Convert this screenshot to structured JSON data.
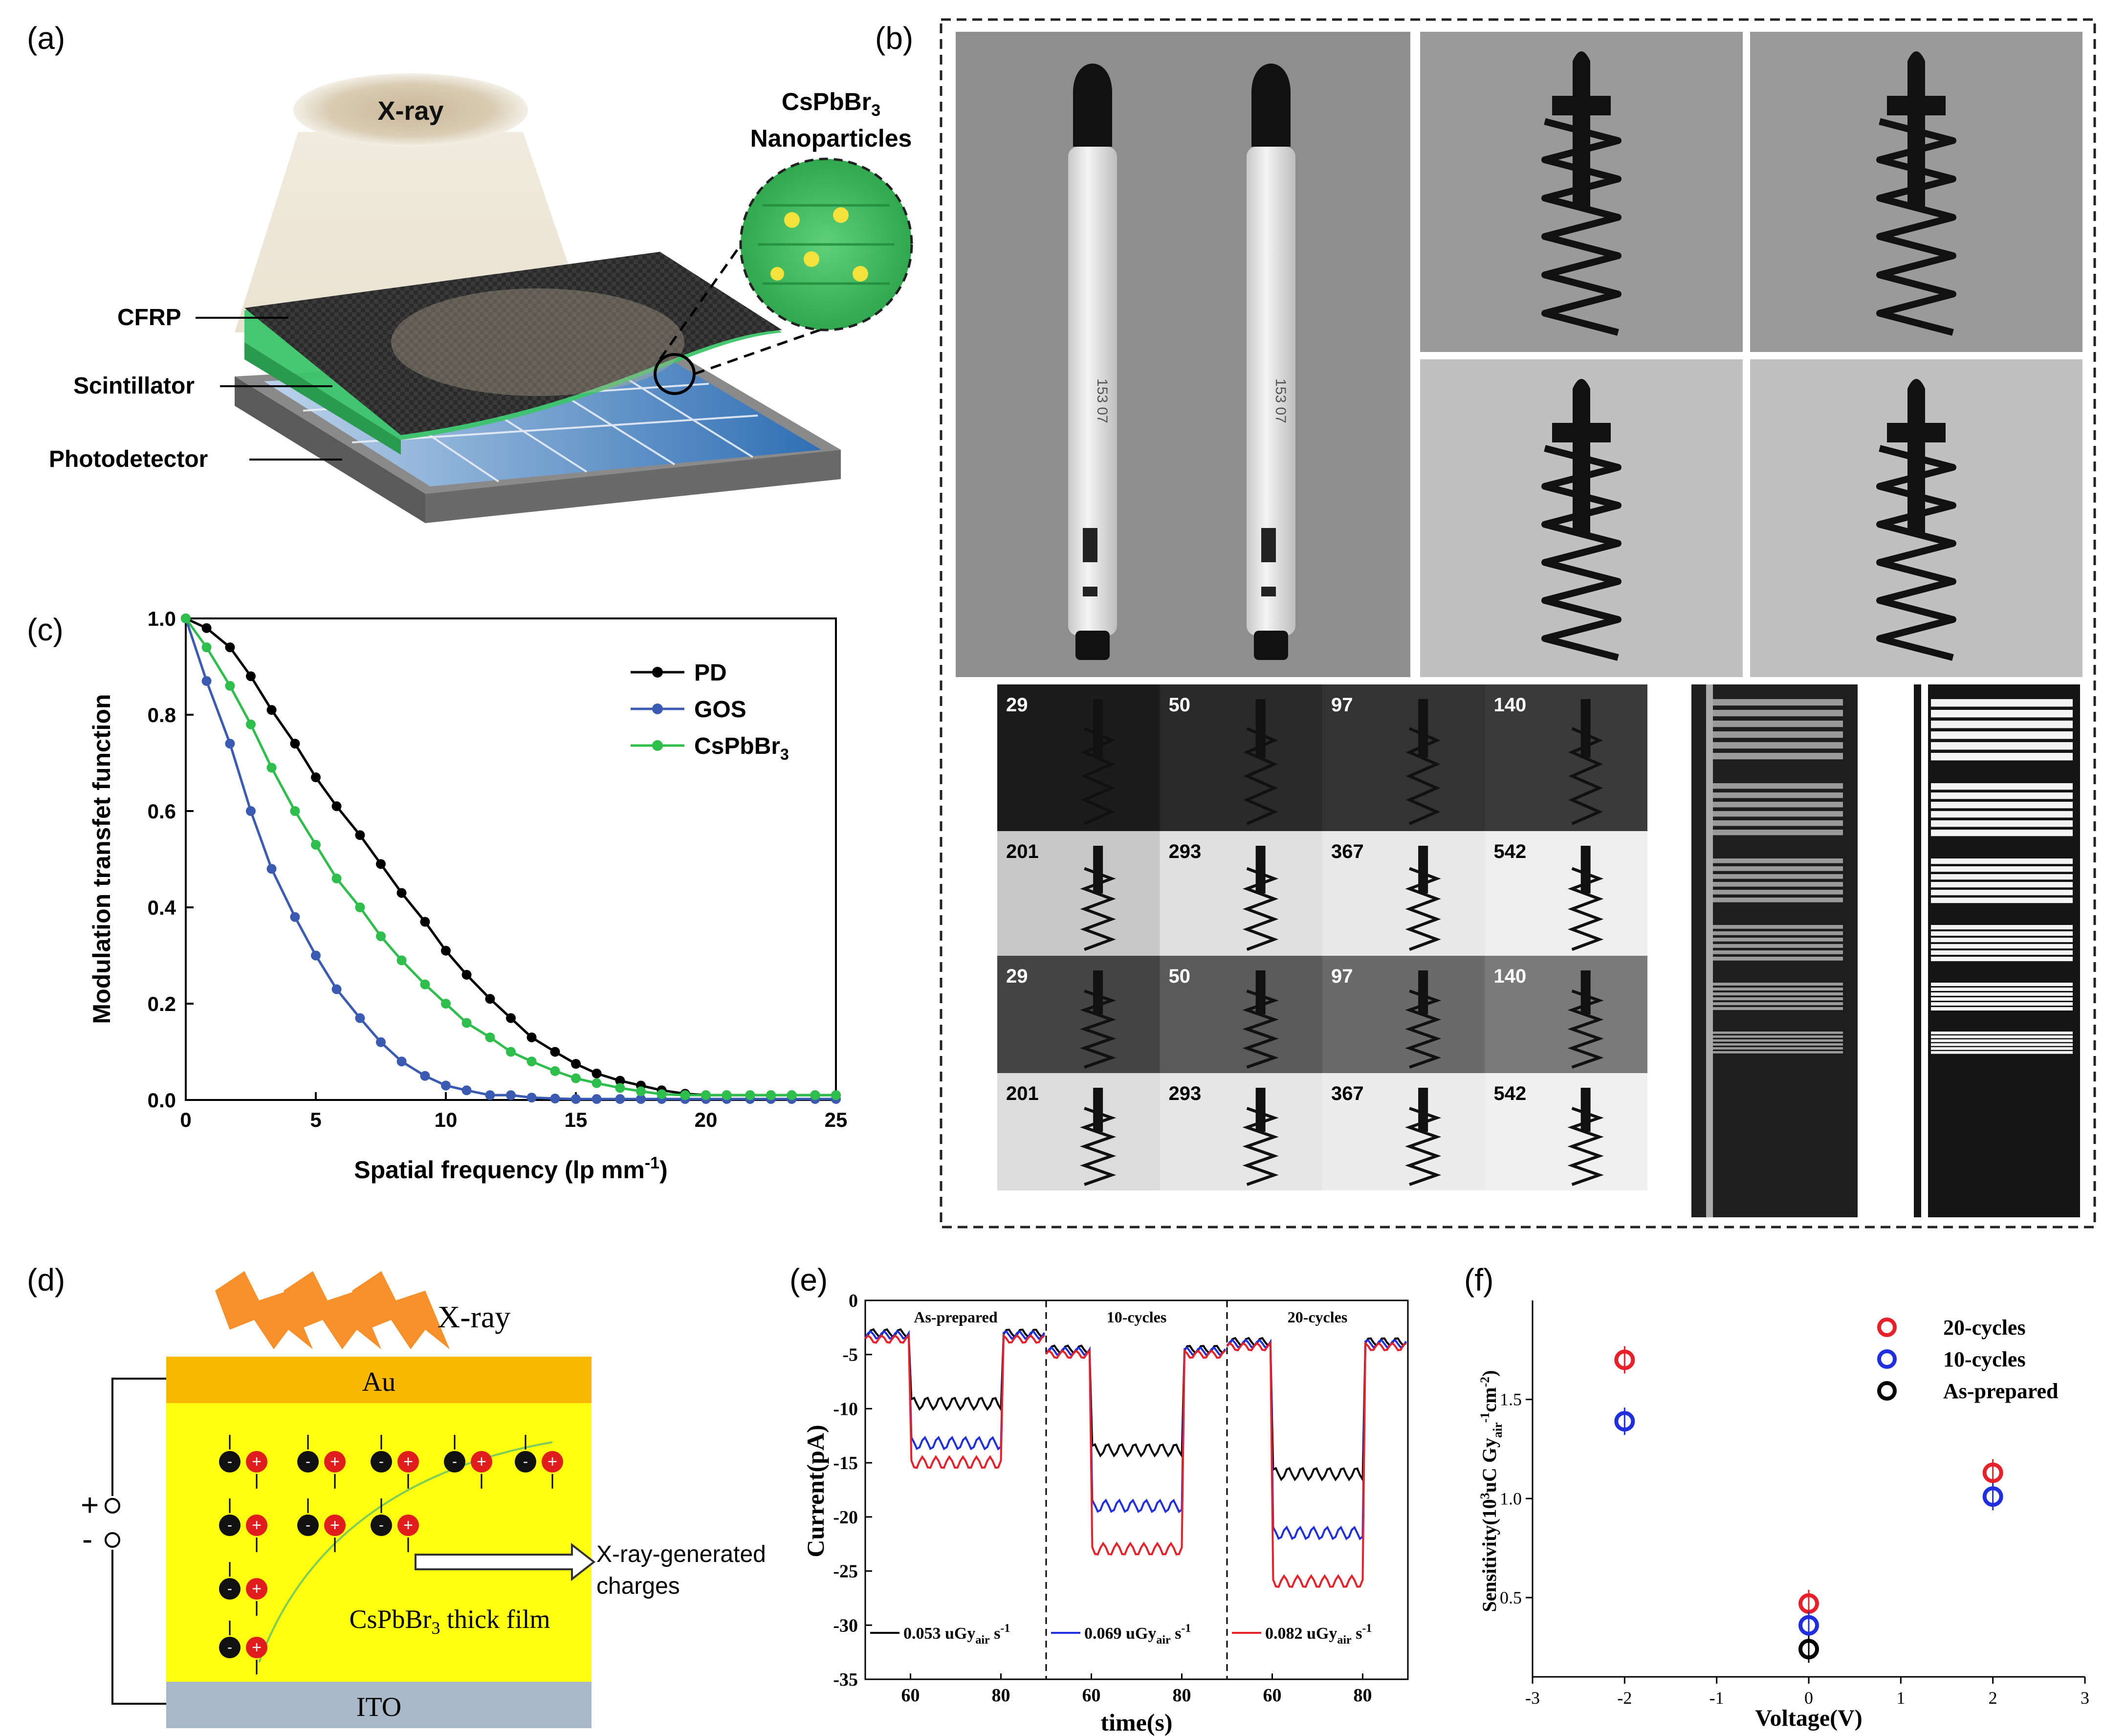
{
  "panels": {
    "a": "(a)",
    "b": "(b)",
    "c": "(c)",
    "d": "(d)",
    "e": "(e)",
    "f": "(f)"
  },
  "panel_a": {
    "xray": "X-ray",
    "nano_line1": "CsPbBr",
    "nano_sub": "3",
    "nano_line2": "Nanoparticles",
    "cfrp": "CFRP",
    "scint": "Scintillator",
    "photo": "Photodetector"
  },
  "panel_b": {
    "pen_text": "153  07",
    "row1_labels": [
      "29",
      "50",
      "97",
      "140"
    ],
    "row2_labels": [
      "201",
      "293",
      "367",
      "542"
    ],
    "row3_labels": [
      "29",
      "50",
      "97",
      "140"
    ],
    "row4_labels": [
      "201",
      "293",
      "367",
      "542"
    ]
  },
  "panel_d": {
    "xray": "X-ray",
    "au": "Au",
    "ito": "ITO",
    "film": "CsPbBr",
    "film_sub": "3",
    "film_tail": " thick film",
    "charges_1": "X-ray-generated",
    "charges_2": "charges",
    "plus": "+",
    "minus": "-"
  },
  "chart_data": [
    {
      "id": "c",
      "type": "line",
      "xlabel": "Spatial frequency (lp mm",
      "xlabel_sup": "-1",
      "xlabel_tail": ")",
      "ylabel": "Modulation transfet function",
      "xlim": [
        0,
        25
      ],
      "ylim": [
        0,
        1.0
      ],
      "xticks": [
        0,
        5,
        10,
        15,
        20,
        25
      ],
      "yticks": [
        0.0,
        0.2,
        0.4,
        0.6,
        0.8,
        1.0
      ],
      "series": [
        {
          "name": "PD",
          "color": "#000000",
          "x": [
            0,
            0.8,
            1.7,
            2.5,
            3.3,
            4.2,
            5,
            5.8,
            6.7,
            7.5,
            8.3,
            9.2,
            10,
            10.8,
            11.7,
            12.5,
            13.3,
            14.2,
            15,
            15.8,
            16.7,
            17.5,
            18.3,
            19.2,
            20,
            20.8,
            21.7,
            22.5,
            23.3,
            24.2,
            25
          ],
          "y": [
            1.0,
            0.98,
            0.94,
            0.88,
            0.81,
            0.74,
            0.67,
            0.61,
            0.55,
            0.49,
            0.43,
            0.37,
            0.31,
            0.26,
            0.21,
            0.17,
            0.13,
            0.1,
            0.075,
            0.055,
            0.04,
            0.03,
            0.02,
            0.013,
            0.01,
            0.01,
            0.01,
            0.01,
            0.01,
            0.01,
            0.01
          ]
        },
        {
          "name": "GOS",
          "color": "#3B5BB3",
          "x": [
            0,
            0.8,
            1.7,
            2.5,
            3.3,
            4.2,
            5,
            5.8,
            6.7,
            7.5,
            8.3,
            9.2,
            10,
            10.8,
            11.7,
            12.5,
            13.3,
            14.2,
            15,
            15.8,
            16.7,
            17.5,
            18.3,
            19.2,
            20,
            20.8,
            21.7,
            22.5,
            23.3,
            24.2,
            25
          ],
          "y": [
            1.0,
            0.87,
            0.74,
            0.6,
            0.48,
            0.38,
            0.3,
            0.23,
            0.17,
            0.12,
            0.08,
            0.05,
            0.03,
            0.02,
            0.01,
            0.01,
            0.005,
            0.003,
            0.002,
            0.002,
            0.002,
            0.002,
            0.002,
            0.002,
            0.002,
            0.002,
            0.002,
            0.002,
            0.002,
            0.002,
            0.002
          ]
        },
        {
          "name": "CsPbBr3",
          "legend": "CsPbBr",
          "legend_sub": "3",
          "color": "#2DBE4B",
          "x": [
            0,
            0.8,
            1.7,
            2.5,
            3.3,
            4.2,
            5,
            5.8,
            6.7,
            7.5,
            8.3,
            9.2,
            10,
            10.8,
            11.7,
            12.5,
            13.3,
            14.2,
            15,
            15.8,
            16.7,
            17.5,
            18.3,
            19.2,
            20,
            20.8,
            21.7,
            22.5,
            23.3,
            24.2,
            25
          ],
          "y": [
            1.0,
            0.94,
            0.86,
            0.78,
            0.69,
            0.6,
            0.53,
            0.46,
            0.4,
            0.34,
            0.29,
            0.24,
            0.2,
            0.16,
            0.13,
            0.1,
            0.08,
            0.06,
            0.045,
            0.035,
            0.025,
            0.018,
            0.012,
            0.01,
            0.01,
            0.01,
            0.01,
            0.01,
            0.01,
            0.01,
            0.01
          ]
        }
      ]
    },
    {
      "id": "e",
      "type": "line",
      "xlabel": "time(s)",
      "ylabel": "Current(pA)",
      "ylim": [
        -35,
        0
      ],
      "yticks": [
        0,
        -5,
        -10,
        -15,
        -20,
        -25,
        -30,
        -35
      ],
      "segments": [
        {
          "title": "As-prepared",
          "xticks": [
            60,
            80
          ],
          "xlim": [
            50,
            90
          ]
        },
        {
          "title": "10-cycles",
          "xticks": [
            60,
            80
          ],
          "xlim": [
            50,
            90
          ]
        },
        {
          "title": "20-cycles",
          "xticks": [
            60,
            80
          ],
          "xlim": [
            50,
            90
          ]
        }
      ],
      "series": [
        {
          "name": "0.053 uGy",
          "color": "#000000",
          "levels_on": [
            -9.5,
            -13.8,
            -16.0
          ],
          "levels_off": [
            -3.0,
            -4.5,
            -3.8
          ]
        },
        {
          "name": "0.069 uGy",
          "color": "#1F2FE0",
          "levels_on": [
            -13.2,
            -19.0,
            -21.5
          ],
          "levels_off": [
            -3.2,
            -4.7,
            -4.0
          ]
        },
        {
          "name": "0.082 uGy",
          "color": "#E8202A",
          "levels_on": [
            -15.0,
            -23.0,
            -26.0
          ],
          "levels_off": [
            -3.6,
            -5.0,
            -4.3
          ]
        }
      ],
      "legend_sub": "air",
      "legend_tail": " s",
      "legend_sup": "-1"
    },
    {
      "id": "f",
      "type": "scatter",
      "xlabel": "Voltage(V)",
      "ylabel": "Sensitivity(10",
      "ylabel_sup": "3",
      "ylabel_mid": "uC Gy",
      "ylabel_sub": "air",
      "ylabel_sup2": "-1",
      "ylabel_tail": "cm",
      "ylabel_sup3": "-2",
      "ylabel_end": ")",
      "xlim": [
        -3,
        3
      ],
      "ylim": [
        0.1,
        2.0
      ],
      "xticks": [
        -3,
        -2,
        -1,
        0,
        1,
        2,
        3
      ],
      "yticks": [
        0.5,
        1.0,
        1.5
      ],
      "series": [
        {
          "name": "20-cycles",
          "color": "#E8202A",
          "x": [
            -2,
            0,
            2
          ],
          "y": [
            1.7,
            0.47,
            1.13
          ]
        },
        {
          "name": "10-cycles",
          "color": "#1F2FE0",
          "x": [
            -2,
            0,
            2
          ],
          "y": [
            1.39,
            0.36,
            1.01
          ]
        },
        {
          "name": "As-prepared",
          "color": "#000000",
          "x": [
            0
          ],
          "y": [
            0.24
          ]
        }
      ]
    }
  ]
}
